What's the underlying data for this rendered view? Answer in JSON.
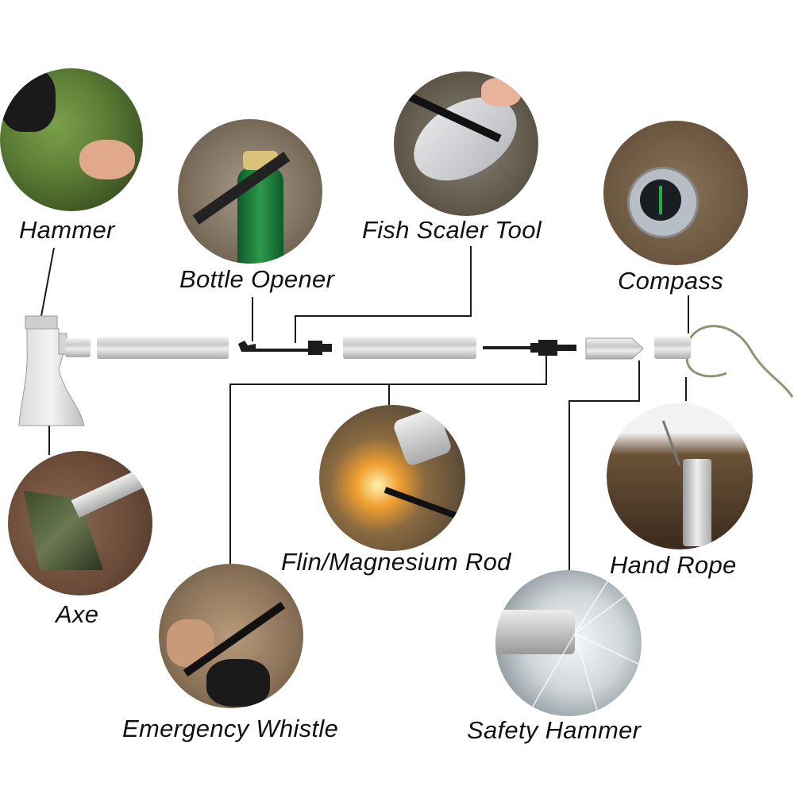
{
  "labels": {
    "hammer": "Hammer",
    "bottle_opener": "Bottle Opener",
    "fish_scaler": "Fish Scaler Tool",
    "compass": "Compass",
    "axe": "Axe",
    "flint_rod": "Flin/Magnesium Rod",
    "hand_rope": "Hand Rope",
    "emergency_whistle": "Emergency Whistle",
    "safety_hammer": "Safety Hammer"
  },
  "colors": {
    "line": "#1a1a1a",
    "metal_light": "#eeeeee",
    "metal_dark": "#a9a9a9",
    "black_tool": "#1c1c1c"
  }
}
